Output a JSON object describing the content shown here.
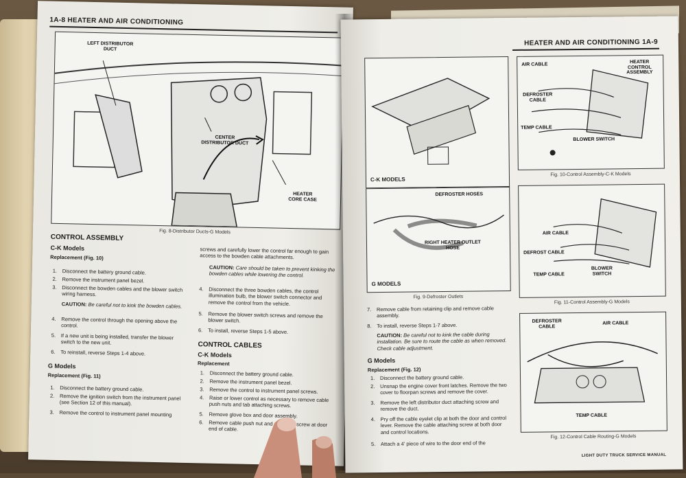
{
  "left_page": {
    "header": "1A-8 HEATER AND AIR CONDITIONING",
    "figure": {
      "caption": "Fig. 8-Distributor Ducts-G Models",
      "labels": {
        "left_duct": "LEFT DISTRIBUTOR DUCT",
        "center_duct": "CENTER DISTRIBUTOR DUCT",
        "heater_case": "HEATER CORE CASE"
      }
    },
    "section_title": "CONTROL ASSEMBLY",
    "ck": {
      "title": "C-K Models",
      "replacement": "Replacement (Fig. 10)",
      "steps": [
        {
          "n": "1.",
          "t": "Disconnect the battery ground cable."
        },
        {
          "n": "2.",
          "t": "Remove the instrument panel bezel."
        },
        {
          "n": "3.",
          "t": "Disconnect the bowden cables and the blower switch wiring harness."
        }
      ],
      "caution_label": "CAUTION:",
      "caution_text": "Be careful not to kink the bowden cables.",
      "steps2": [
        {
          "n": "4.",
          "t": "Remove the control through the opening above the control."
        },
        {
          "n": "5.",
          "t": "If a new unit is being installed, transfer the blower switch to the new unit."
        },
        {
          "n": "6.",
          "t": "To reinstall, reverse Steps 1-4 above."
        }
      ]
    },
    "g": {
      "title": "G Models",
      "replacement": "Replacement (Fig. 11)",
      "steps": [
        {
          "n": "1.",
          "t": "Disconnect the battery ground cable."
        },
        {
          "n": "2.",
          "t": "Remove the ignition switch from the instrument panel (see Section 12 of this manual)."
        },
        {
          "n": "3.",
          "t": "Remove the control to instrument panel mounting"
        }
      ]
    },
    "col2": {
      "intro": "screws and carefully lower the control far enough to gain access to the bowden cable attachments.",
      "caution_label": "CAUTION:",
      "caution_text": "Care should be taken to prevent kinking the bowden cables while lowering the control.",
      "steps": [
        {
          "n": "4.",
          "t": "Disconnect the three bowden cables, the control illumination bulb, the blower switch connector and remove the control from the vehicle."
        },
        {
          "n": "5.",
          "t": "Remove the blower switch screws and remove the blower switch."
        },
        {
          "n": "6.",
          "t": "To install, reverse Steps 1-5 above."
        }
      ],
      "cables_title": "CONTROL CABLES",
      "cables_ck": "C-K Models",
      "cables_repl": "Replacement",
      "cables_steps": [
        {
          "n": "1.",
          "t": "Disconnect the battery ground cable."
        },
        {
          "n": "2.",
          "t": "Remove the instrument panel bezel."
        },
        {
          "n": "3.",
          "t": "Remove the control to instrument panel screws."
        },
        {
          "n": "4.",
          "t": "Raise or lower control as necessary to remove cable push nuts and tab attaching screws."
        },
        {
          "n": "5.",
          "t": "Remove glove box and door assembly."
        },
        {
          "n": "6.",
          "t": "Remove cable push nut and attaching screw at door end of cable."
        }
      ]
    }
  },
  "right_page": {
    "header": "HEATER AND AIR CONDITIONING   1A-9",
    "fig9": {
      "caption": "Fig. 9-Defroster Outlets",
      "ck_label": "C-K MODELS",
      "g_label": "G MODELS",
      "defroster_hoses": "DEFROSTER HOSES",
      "outlet_hose": "RIGHT HEATER OUTLET HOSE"
    },
    "fig10": {
      "caption": "Fig. 10-Control Assembly-C-K Models",
      "air_cable": "AIR CABLE",
      "heater_control": "HEATER CONTROL ASSEMBLY",
      "defroster_cable": "DEFROSTER CABLE",
      "temp_cable": "TEMP CABLE",
      "blower_switch": "BLOWER SWITCH"
    },
    "fig11": {
      "caption": "Fig. 11-Control Assembly-G Models",
      "air_cable": "AIR CABLE",
      "defrost_cable": "DEFROST CABLE",
      "temp_cable": "TEMP CABLE",
      "blower_switch": "BLOWER SWITCH"
    },
    "fig12": {
      "caption": "Fig. 12-Control Cable Routing-G Models",
      "defroster_cable": "DEFROSTER CABLE",
      "air_cable": "AIR CABLE",
      "temp_cable": "TEMP CABLE"
    },
    "steps_top": [
      {
        "n": "7.",
        "t": "Remove cable from retaining clip and remove cable assembly."
      },
      {
        "n": "8.",
        "t": "To install, reverse Steps 1-7 above."
      }
    ],
    "caution_label": "CAUTION:",
    "caution_text": "Be careful not to kink the cable during installation. Be sure to route the cable as when removed. Check cable adjustment.",
    "g_title": "G Models",
    "g_repl": "Replacement (Fig. 12)",
    "g_steps": [
      {
        "n": "1.",
        "t": "Disconnect the battery ground cable."
      },
      {
        "n": "2.",
        "t": "Unsnap the engine cover front latches. Remove the two cover to floorpan screws and remove the cover."
      },
      {
        "n": "3.",
        "t": "Remove the left distributor duct attaching screw and remove the duct."
      },
      {
        "n": "4.",
        "t": "Pry off the cable eyelet clip at both the door and control lever. Remove the cable attaching screw at both door and control locations."
      },
      {
        "n": "5.",
        "t": "Attach a 4' piece of wire to the door end of the"
      }
    ],
    "footer": "LIGHT DUTY TRUCK SERVICE MANUAL"
  }
}
